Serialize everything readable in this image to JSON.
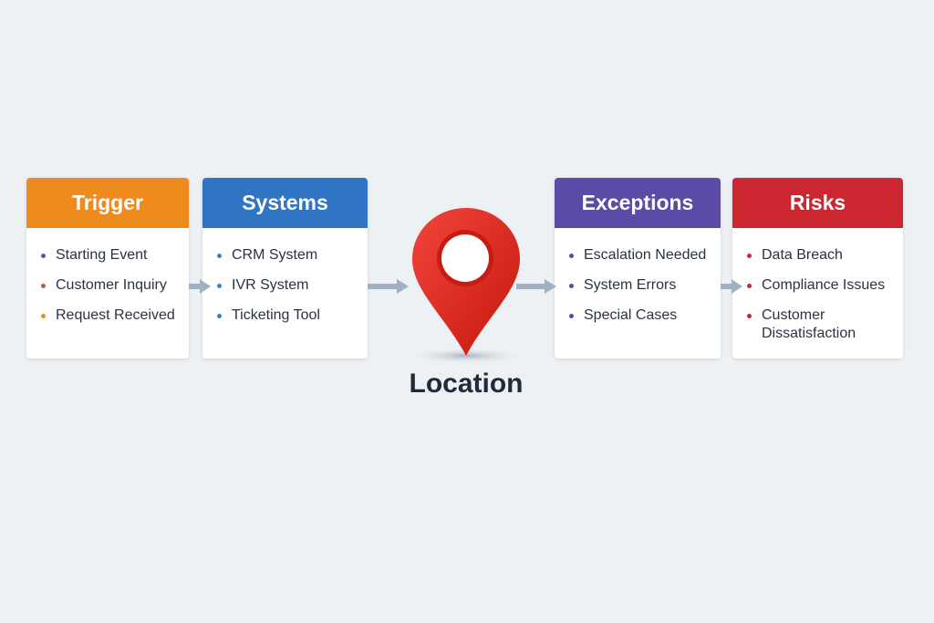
{
  "colors": {
    "trigger": "#ef8a1e",
    "systems": "#2f75c4",
    "exceptions": "#5b4aa6",
    "risks": "#cc2630",
    "pin": "#e0271e",
    "arrow": "#9fb1c2"
  },
  "cards": [
    {
      "title": "Trigger",
      "color": "#ef8a1e",
      "items": [
        {
          "text": "Starting Event",
          "dot": "#6a4fa0"
        },
        {
          "text": "Customer Inquiry",
          "dot": "#c0573a"
        },
        {
          "text": "Request Received",
          "dot": "#ef8a1e"
        }
      ]
    },
    {
      "title": "Systems",
      "color": "#2f75c4",
      "items": [
        {
          "text": "CRM System",
          "dot": "#2f85cf"
        },
        {
          "text": "IVR System",
          "dot": "#2f85cf"
        },
        {
          "text": "Ticketing Tool",
          "dot": "#2f85cf"
        }
      ]
    },
    {
      "title": "Exceptions",
      "color": "#5b4aa6",
      "items": [
        {
          "text": "Escalation Needed",
          "dot": "#5b4aa6"
        },
        {
          "text": "System Errors",
          "dot": "#5b4aa6"
        },
        {
          "text": "Special Cases",
          "dot": "#5b4aa6"
        }
      ]
    },
    {
      "title": "Risks",
      "color": "#cc2630",
      "items": [
        {
          "text": "Data Breach",
          "dot": "#cc2630"
        },
        {
          "text": "Compliance Issues",
          "dot": "#cc2630"
        },
        {
          "text": "Customer Dissatisfaction",
          "dot": "#cc2630"
        }
      ]
    }
  ],
  "center": {
    "label": "Location",
    "icon": "map-pin-icon"
  }
}
